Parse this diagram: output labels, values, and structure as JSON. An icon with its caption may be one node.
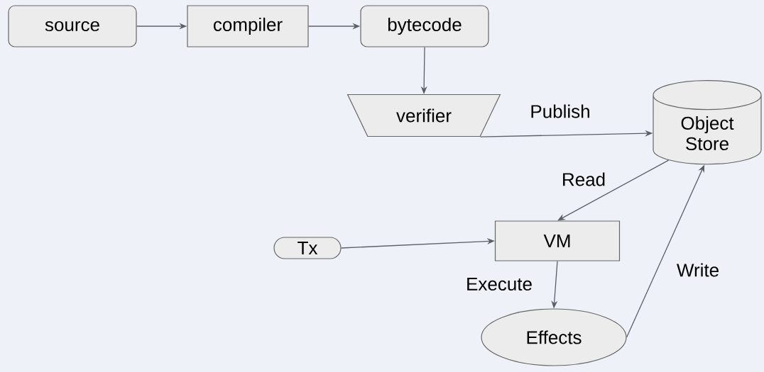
{
  "diagram": {
    "nodes": [
      {
        "text": [
          "source"
        ]
      },
      {
        "text": [
          "compiler"
        ]
      },
      {
        "text": [
          "bytecode"
        ]
      },
      {
        "text": [
          "verifier"
        ]
      },
      {
        "text": [
          "Object Store"
        ]
      },
      {
        "text": [
          "Tx"
        ]
      },
      {
        "text": [
          "VM"
        ]
      },
      {
        "text": [
          "Effects"
        ]
      }
    ],
    "edges": [
      {
        "from": 0,
        "to": 1,
        "arrow": "to"
      },
      {
        "from": 1,
        "to": 2,
        "arrow": "to"
      },
      {
        "from": 2,
        "to": 3,
        "arrow": "to"
      },
      {
        "from": 3,
        "to": 4,
        "arrow": "to",
        "label": "Publish"
      },
      {
        "from": 4,
        "to": 6,
        "arrow": "to",
        "label": "Read"
      },
      {
        "from": 5,
        "to": 6,
        "arrow": "to"
      },
      {
        "from": 6,
        "to": 7,
        "arrow": "to",
        "label": "Execute"
      },
      {
        "from": 7,
        "to": 4,
        "arrow": "to",
        "label": "Write"
      }
    ]
  }
}
